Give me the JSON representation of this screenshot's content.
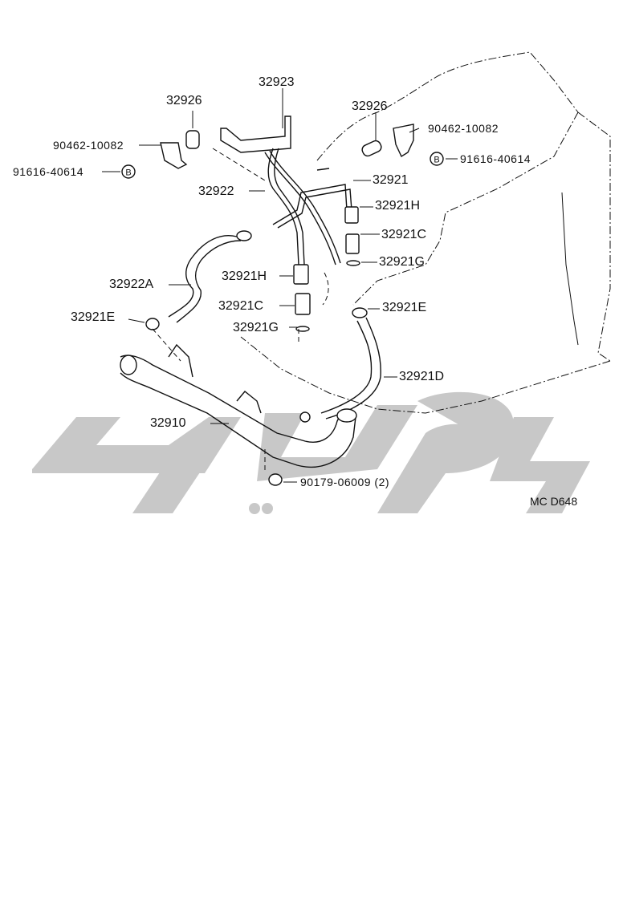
{
  "diagram_code": "MC  D648",
  "labels": {
    "l32923": "32923",
    "l32926a": "32926",
    "l32926b": "32926",
    "l90462a": "90462-10082",
    "l90462b": "90462-10082",
    "l91616a": "91616-40614",
    "l91616b": "91616-40614",
    "l32922": "32922",
    "l32921": "32921",
    "l32921H_top": "32921H",
    "l32921C_top": "32921C",
    "l32921G_top": "32921G",
    "l32922A": "32922A",
    "l32921H_mid": "32921H",
    "l32921C_mid": "32921C",
    "l32921G_mid": "32921G",
    "l32921E_left": "32921E",
    "l32921E_right": "32921E",
    "l32921D": "32921D",
    "l32910": "32910",
    "l90179": "90179-06009 (2)"
  },
  "bolt_symbol": "B"
}
